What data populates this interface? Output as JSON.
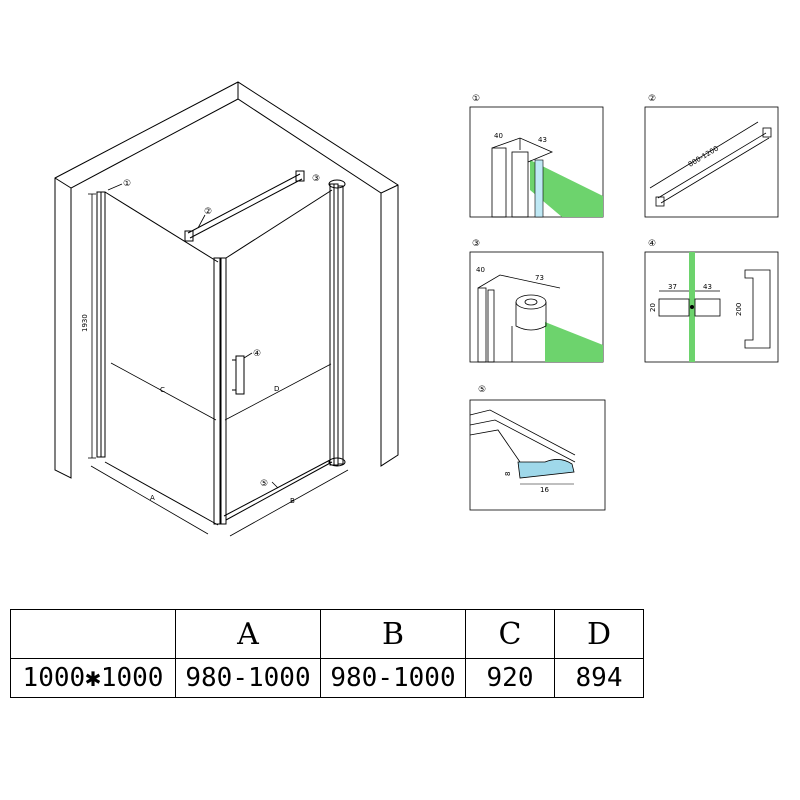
{
  "drawing": {
    "callouts": [
      "①",
      "②",
      "③",
      "④",
      "⑤"
    ],
    "height_label": "1930",
    "dim_labels": {
      "a": "A",
      "b": "B",
      "c": "C",
      "d": "D"
    }
  },
  "details": {
    "d1": {
      "num": "①",
      "dims": [
        "40",
        "43"
      ]
    },
    "d2": {
      "num": "②",
      "dims": [
        "800-1200"
      ]
    },
    "d3": {
      "num": "③",
      "dims": [
        "40",
        "73"
      ]
    },
    "d4": {
      "num": "④",
      "dims": [
        "37",
        "43",
        "20",
        "200"
      ]
    },
    "d5": {
      "num": "⑤",
      "dims": [
        "8",
        "16"
      ]
    }
  },
  "colors": {
    "glass": "#6dd36d",
    "glass_blue": "#bfe9f5",
    "seal": "#9fd8ea"
  },
  "table": {
    "headers": [
      "",
      "A",
      "B",
      "C",
      "D"
    ],
    "rows": [
      [
        "1000✱1000",
        "980-1000",
        "980-1000",
        "920",
        "894"
      ]
    ]
  }
}
